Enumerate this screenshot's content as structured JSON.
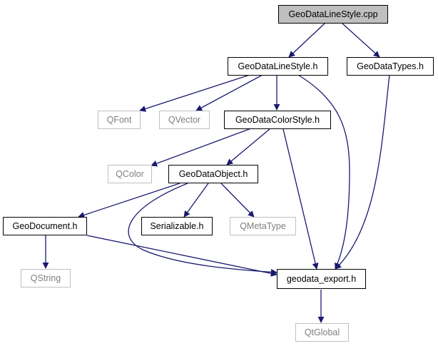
{
  "graph": {
    "edge_color": "#191970",
    "nodes": {
      "root": "GeoDataLineStyle.cpp",
      "linestyle_h": "GeoDataLineStyle.h",
      "types_h": "GeoDataTypes.h",
      "qfont": "QFont",
      "qvector": "QVector",
      "colorstyle_h": "GeoDataColorStyle.h",
      "qcolor": "QColor",
      "object_h": "GeoDataObject.h",
      "document_h": "GeoDocument.h",
      "serializable_h": "Serializable.h",
      "qmetatype": "QMetaType",
      "qstring": "QString",
      "export_h": "geodata_export.h",
      "qtglobal": "QtGlobal"
    },
    "edges": [
      [
        "root",
        "linestyle_h"
      ],
      [
        "root",
        "types_h"
      ],
      [
        "linestyle_h",
        "qfont"
      ],
      [
        "linestyle_h",
        "qvector"
      ],
      [
        "linestyle_h",
        "colorstyle_h"
      ],
      [
        "linestyle_h",
        "export_h"
      ],
      [
        "types_h",
        "export_h"
      ],
      [
        "colorstyle_h",
        "qcolor"
      ],
      [
        "colorstyle_h",
        "object_h"
      ],
      [
        "colorstyle_h",
        "export_h"
      ],
      [
        "object_h",
        "document_h"
      ],
      [
        "object_h",
        "serializable_h"
      ],
      [
        "object_h",
        "qmetatype"
      ],
      [
        "object_h",
        "export_h"
      ],
      [
        "document_h",
        "qstring"
      ],
      [
        "document_h",
        "export_h"
      ],
      [
        "export_h",
        "qtglobal"
      ]
    ]
  }
}
